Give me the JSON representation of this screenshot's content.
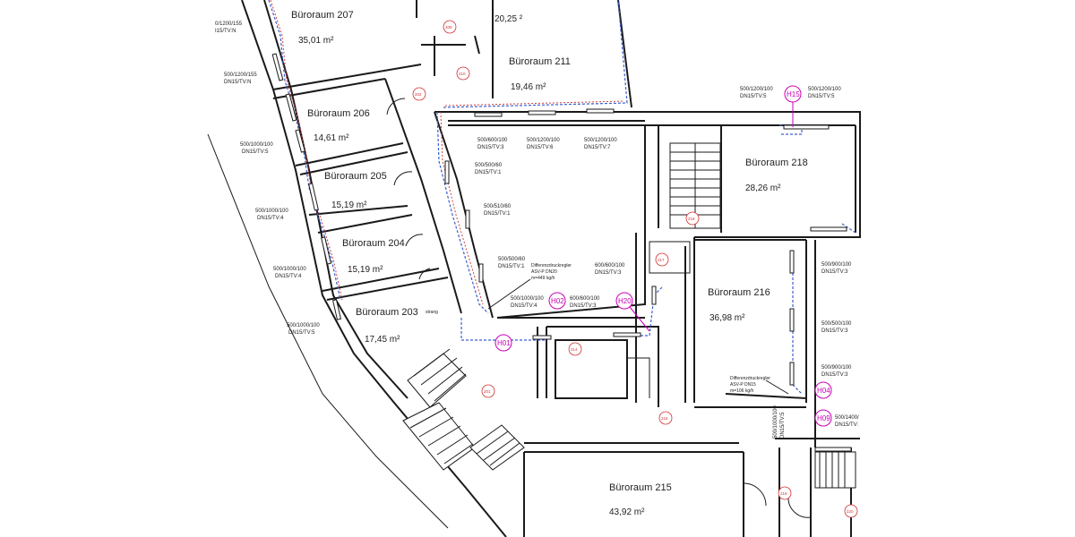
{
  "rooms": [
    {
      "id": "207",
      "name": "Büroraum 207",
      "area": "35,01 m²"
    },
    {
      "id": "top",
      "name": "",
      "area": "20,25 ²"
    },
    {
      "id": "211",
      "name": "Büroraum 211",
      "area": "19,46 m²"
    },
    {
      "id": "206",
      "name": "Büroraum 206",
      "area": "14,61 m²"
    },
    {
      "id": "205",
      "name": "Büroraum 205",
      "area": "15,19 m²"
    },
    {
      "id": "204",
      "name": "Büroraum 204",
      "area": "15,19 m²"
    },
    {
      "id": "203",
      "name": "Büroraum 203",
      "area": "17,45 m²"
    },
    {
      "id": "218",
      "name": "Büroraum 218",
      "area": "28,26 m²"
    },
    {
      "id": "216",
      "name": "Büroraum 216",
      "area": "36,98 m²"
    },
    {
      "id": "215",
      "name": "Büroraum 215",
      "area": "43,92 m²"
    }
  ],
  "radiator_specs": [
    {
      "id": "s1",
      "l1": "0/1200/155",
      "l2": "I15/TV:N"
    },
    {
      "id": "s2",
      "l1": "500/1200/155",
      "l2": "DN15/TV:N"
    },
    {
      "id": "s3",
      "l1": "500/1000/100",
      "l2": "DN15/TV:5"
    },
    {
      "id": "s4",
      "l1": "500/1000/100",
      "l2": "DN15/TV:4"
    },
    {
      "id": "s5",
      "l1": "500/1000/100",
      "l2": "DN15/TV:4"
    },
    {
      "id": "s6",
      "l1": "500/1000/100",
      "l2": "DN15/TV:5"
    },
    {
      "id": "s7",
      "l1": "500/600/100",
      "l2": "DN15/TV:3"
    },
    {
      "id": "s8",
      "l1": "500/1200/100",
      "l2": "DN15/TV:6"
    },
    {
      "id": "s9",
      "l1": "500/1200/100",
      "l2": "DN15/TV:7"
    },
    {
      "id": "s10",
      "l1": "500/500/60",
      "l2": "DN15/TV:1"
    },
    {
      "id": "s11",
      "l1": "500/510/60",
      "l2": "DN15/TV:1"
    },
    {
      "id": "s12",
      "l1": "500/500/60",
      "l2": "DN15/TV:1"
    },
    {
      "id": "s13",
      "l1": "600/600/100",
      "l2": "DN15/TV:3"
    },
    {
      "id": "s14",
      "l1": "500/1000/100",
      "l2": "DN15/TV:4"
    },
    {
      "id": "s15",
      "l1": "600/600/100",
      "l2": "DN15/TV:3"
    },
    {
      "id": "s16",
      "l1": "500/1200/100",
      "l2": "DN15/TV:5"
    },
    {
      "id": "s17",
      "l1": "500/1200/100",
      "l2": "DN15/TV:5"
    },
    {
      "id": "s18",
      "l1": "500/900/100",
      "l2": "DN15/TV:3"
    },
    {
      "id": "s19",
      "l1": "500/500/100",
      "l2": "DN15/TV:3"
    },
    {
      "id": "s20",
      "l1": "500/900/100",
      "l2": "DN15/TV:3"
    },
    {
      "id": "s21",
      "l1": "500/1000/100",
      "l2": "DN15/TV:5"
    },
    {
      "id": "s22",
      "l1": "500/1400/",
      "l2": "DN15/TV:"
    }
  ],
  "valve_notes": [
    {
      "id": "v1",
      "l1": "Differenzdruckregler",
      "l2": "ASV-P DN20",
      "l3": "m=449 kg/h"
    },
    {
      "id": "v2",
      "l1": "Differenzdruckregler",
      "l2": "ASV-P DN15",
      "l3": "m=106 kg/h"
    }
  ],
  "misc_labels": {
    "strang": "strang"
  },
  "markers": [
    {
      "id": "m1",
      "label": "H15"
    },
    {
      "id": "m2",
      "label": "H02"
    },
    {
      "id": "m3",
      "label": "H20"
    },
    {
      "id": "m4",
      "label": "H01"
    },
    {
      "id": "m5",
      "label": "H04"
    },
    {
      "id": "m6",
      "label": "H09"
    }
  ],
  "room_refs": [
    {
      "id": "r1",
      "label": "209"
    },
    {
      "id": "r2",
      "label": "210"
    },
    {
      "id": "r3",
      "label": "202"
    },
    {
      "id": "r4",
      "label": "218"
    },
    {
      "id": "r5",
      "label": "217"
    },
    {
      "id": "r6",
      "label": "214"
    },
    {
      "id": "r7",
      "label": "201"
    },
    {
      "id": "r8",
      "label": "215"
    },
    {
      "id": "r9",
      "label": "219"
    },
    {
      "id": "r10",
      "label": "220"
    }
  ],
  "colors": {
    "heating_pipe": "#3a5fd0",
    "return_pipe": "#d04040",
    "marker": "#c800b4",
    "room_ref": "#d03030",
    "walls": "#1a1a1a"
  }
}
